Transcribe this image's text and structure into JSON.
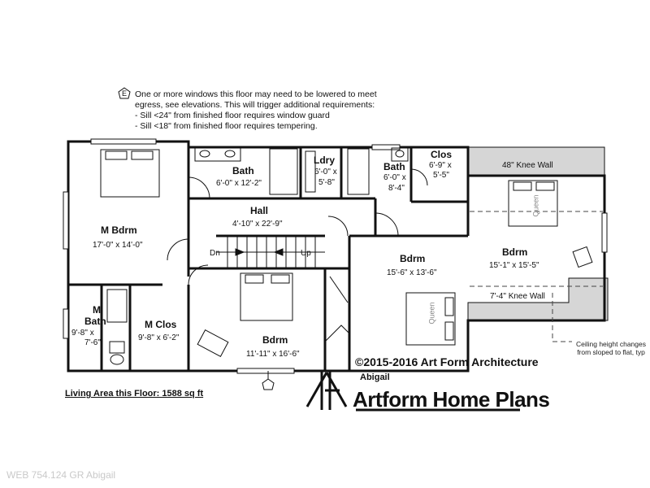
{
  "egress_note": {
    "marker": "E",
    "lines": [
      "One or more windows this floor may need to be lowered to meet",
      "egress, see elevations.  This will trigger additional requirements:",
      "- Sill <24\" from finished floor requires window guard",
      "- Sill <18\" from finished floor requires tempering."
    ]
  },
  "rooms": {
    "master_bedroom": {
      "name": "M Bdrm",
      "dims": "17'-0\" x 14'-0\""
    },
    "bath_1": {
      "name": "Bath",
      "dims": "6'-0\" x 12'-2\""
    },
    "laundry": {
      "name": "Ldry",
      "dims_line1": "6'-0\" x",
      "dims_line2": "5'-8\""
    },
    "bath_2": {
      "name": "Bath",
      "dims_line1": "6'-0\" x",
      "dims_line2": "8'-4\""
    },
    "closet": {
      "name": "Clos",
      "dims_line1": "6'-9\" x",
      "dims_line2": "5'-5\""
    },
    "hall": {
      "name": "Hall",
      "dims": "4'-10\" x 22'-9\""
    },
    "bedroom_center": {
      "name": "Bdrm",
      "dims": "15'-6\" x 13'-6\""
    },
    "bedroom_right": {
      "name": "Bdrm",
      "dims": "15'-1\" x 15'-5\""
    },
    "bedroom_bottom": {
      "name": "Bdrm",
      "dims": "11'-11\" x 16'-6\""
    },
    "master_bath": {
      "name_line1": "M",
      "name_line2": "Bath",
      "dims_line1": "9'-8\" x",
      "dims_line2": "7'-6\""
    },
    "master_closet": {
      "name": "M Clos",
      "dims": "9'-8\" x 6'-2\""
    }
  },
  "knee_walls": {
    "top": "48\" Knee Wall",
    "lower": "7'-4\" Knee Wall"
  },
  "stairs": {
    "down": "Dn",
    "up": "Up"
  },
  "bed_label": "Queen",
  "ceiling_note": "Ceiling height changes from sloped to flat, typ",
  "living_area": "Living Area this Floor: 1588 sq ft",
  "copyright": "©2015-2016 Art Form Architecture",
  "plan_name": "Abigail",
  "brand": "Artform Home Plans",
  "web_id": "WEB 754.124 GR Abigail",
  "colors": {
    "wall": "#111111",
    "knee_wall_fill": "#d6d6d6",
    "watermark": "#c9c9c9"
  }
}
